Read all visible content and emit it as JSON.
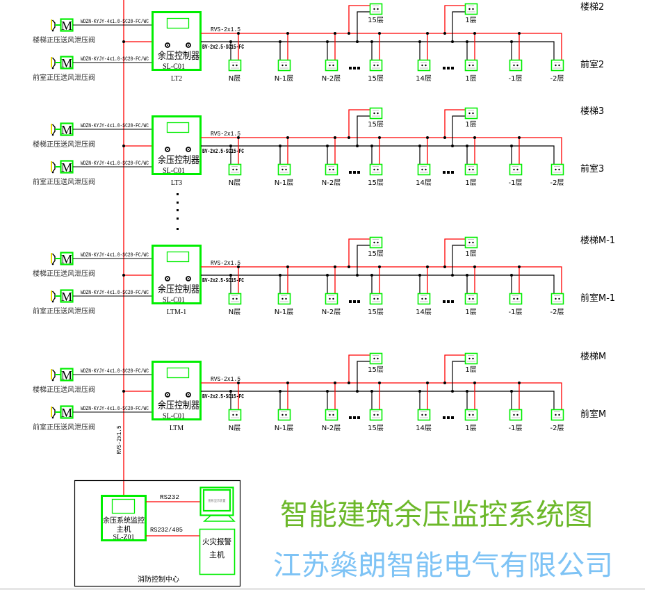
{
  "diagram": {
    "title": "智能建筑余压监控系统图",
    "company": "江苏燊朗智能电气有限公司",
    "colors": {
      "signal_bus": "#ff0000",
      "power_bus": "#000000",
      "device_outline": "#00ee00",
      "title_text": "#6cb82a",
      "company_text": "#7ec3f5",
      "valve_actuator_mark": "#e6d800"
    }
  },
  "trunk": {
    "cable_label": "RVS-2x1.5"
  },
  "rows": [
    {
      "stair_label": "楼梯2",
      "antechamber_label": "前室2",
      "controller": {
        "name": "余压控制器",
        "model": "SL-C01",
        "tag": "LT2"
      },
      "dampers": [
        {
          "label": "楼梯正压送风泄压阀",
          "motor": "M",
          "cable": "WDZN-KYJY-4x1.0-SC20-FC/WC"
        },
        {
          "label": "前室正压送风泄压阀",
          "motor": "M",
          "cable": "WDZN-KYJY-4x1.0-SC20-FC/WC"
        }
      ],
      "signal_cable": "RVS-2x1.5",
      "power_cable": "BV-2x2.5-SC15-FC",
      "stair_sensors": [
        "15层",
        "1层"
      ],
      "antechamber_sensors": [
        "N层",
        "N-1层",
        "N-2层",
        "15层",
        "14层",
        "1层",
        "-1层",
        "-2层"
      ]
    },
    {
      "stair_label": "楼梯3",
      "antechamber_label": "前室3",
      "controller": {
        "name": "余压控制器",
        "model": "SL-C01",
        "tag": "LT3"
      },
      "dampers": [
        {
          "label": "楼梯正压送风泄压阀",
          "motor": "M",
          "cable": "WDZN-KYJY-4x1.0-SC20-FC/WC"
        },
        {
          "label": "前室正压送风泄压阀",
          "motor": "M",
          "cable": "WDZN-KYJY-4x1.0-SC20-FC/WC"
        }
      ],
      "signal_cable": "RVS-2x1.5",
      "power_cable": "BV-2x2.5-SC15-FC",
      "stair_sensors": [
        "15层",
        "1层"
      ],
      "antechamber_sensors": [
        "N层",
        "N-1层",
        "N-2层",
        "15层",
        "14层",
        "1层",
        "-1层",
        "-2层"
      ]
    },
    {
      "stair_label": "楼梯M-1",
      "antechamber_label": "前室M-1",
      "controller": {
        "name": "余压控制器",
        "model": "SL-C01",
        "tag": "LTM-1"
      },
      "dampers": [
        {
          "label": "楼梯正压送风泄压阀",
          "motor": "M",
          "cable": "WDZN-KYJY-4x1.0-SC20-FC/WC"
        },
        {
          "label": "前室正压送风泄压阀",
          "motor": "M",
          "cable": "WDZN-KYJY-4x1.0-SC20-FC/WC"
        }
      ],
      "signal_cable": "RVS-2x1.5",
      "power_cable": "BV-2x2.5-SC15-FC",
      "stair_sensors": [
        "15层",
        "1层"
      ],
      "antechamber_sensors": [
        "N层",
        "N-1层",
        "N-2层",
        "15层",
        "14层",
        "1层",
        "-1层",
        "-2层"
      ]
    },
    {
      "stair_label": "楼梯M",
      "antechamber_label": "前室M",
      "controller": {
        "name": "余压控制器",
        "model": "SL-C01",
        "tag": "LTM"
      },
      "dampers": [
        {
          "label": "楼梯正压送风泄压阀",
          "motor": "M",
          "cable": "WDZN-KYJY-4x1.0-SC20-FC/WC"
        },
        {
          "label": "前室正压送风泄压阀",
          "motor": "M",
          "cable": "WDZN-KYJY-4x1.0-SC20-FC/WC"
        }
      ],
      "signal_cable": "RVS-2x1.5",
      "power_cable": "BV-2x2.5-SC15-FC",
      "stair_sensors": [
        "15层",
        "1层"
      ],
      "antechamber_sensors": [
        "N层",
        "N-1层",
        "N-2层",
        "15层",
        "14层",
        "1层",
        "-1层",
        "-2层"
      ]
    }
  ],
  "control_center": {
    "label": "消防控制中心",
    "host": {
      "line1": "余压系统监控",
      "line2": "主机",
      "model": "SL-Z01"
    },
    "display": {
      "screen_text": "图形显示装置"
    },
    "fire_alarm": {
      "line1": "火灾报警",
      "line2": "主机"
    },
    "links": {
      "display": "RS232",
      "fire_alarm": "RS232/485"
    }
  }
}
